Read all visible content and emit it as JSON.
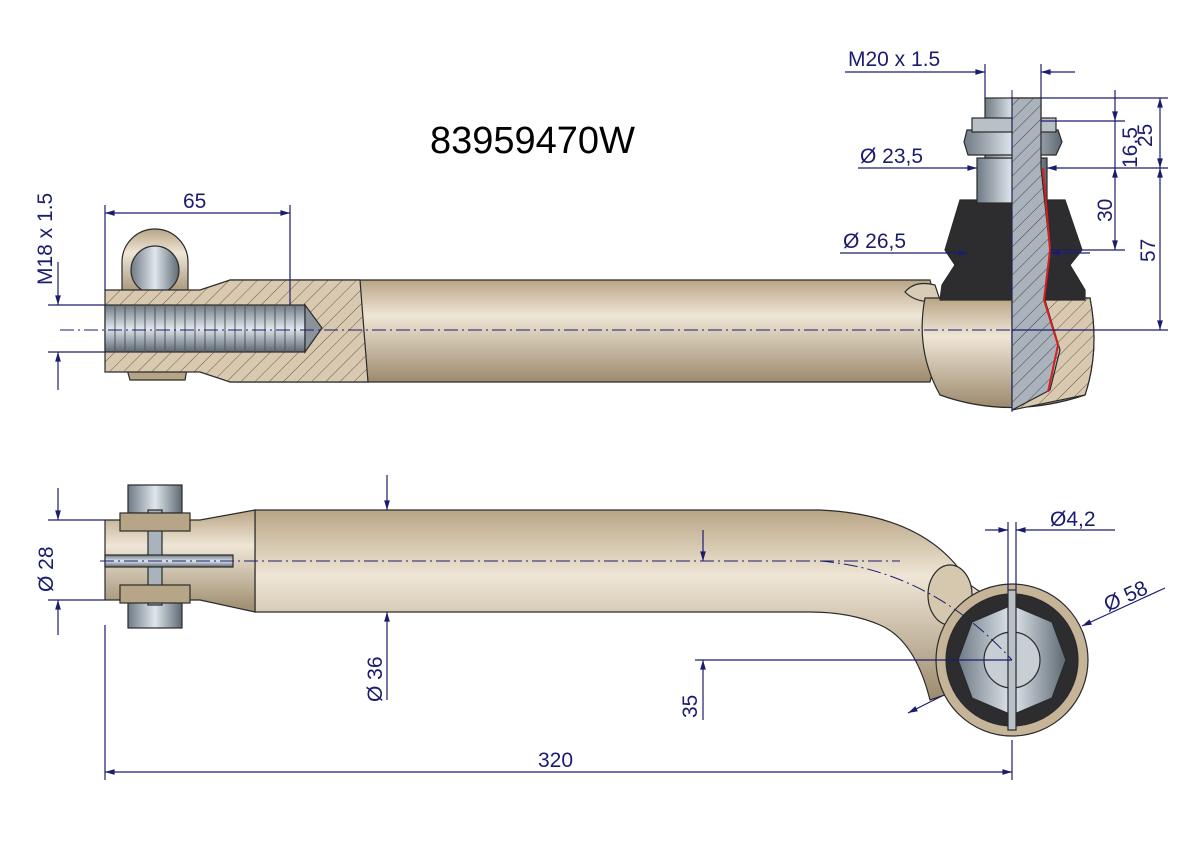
{
  "title": "83959470W",
  "colors": {
    "dimension": "#1c1c6e",
    "body": "#c9b79a",
    "boot": "#2b2b2b",
    "steel": "#9aa4ad",
    "section_line": "#d42020"
  },
  "top_view": {
    "thread_length": "65",
    "inner_thread": "M18 x 1.5",
    "stud_thread": "M20 x 1.5",
    "stud_diameter": "Ø 23,5",
    "boot_diameter": "Ø 26,5",
    "thread_height": "16,5",
    "stud_length": "25",
    "taper_height": "30",
    "total_height": "57"
  },
  "bottom_view": {
    "end_diameter": "Ø 28",
    "tube_diameter": "Ø 36",
    "offset": "35",
    "pin_hole": "Ø4,2",
    "housing_diameter": "Ø 58",
    "overall_length": "320"
  }
}
